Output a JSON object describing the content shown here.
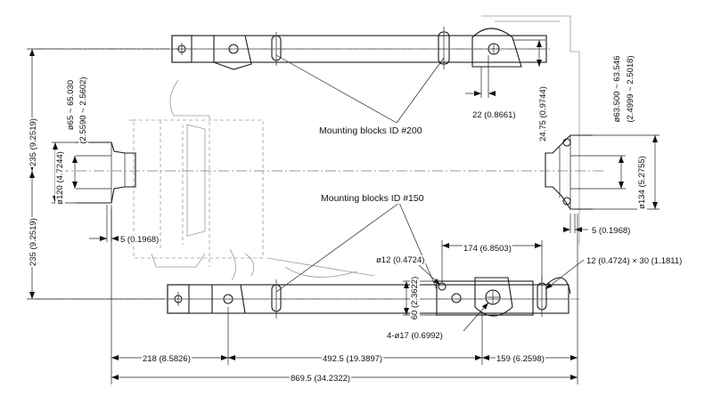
{
  "callouts": {
    "mounting_200": "Mounting blocks ID #200",
    "mounting_150": "Mounting blocks ID #150"
  },
  "dims": {
    "h235_top": "235 (9.2519)",
    "h235_bottom": "235 (9.2519)",
    "phi65": "ø65 ~ 65.030",
    "phi65_in": "(2.5590 ~ 2.5602)",
    "phi120": "ø120 (4.7244)",
    "d5_left": "5 (0.1968)",
    "d22": "22 (0.8661)",
    "d24_75": "24.75 (0.9744)",
    "phi63": "ø63.500 ~ 63.546",
    "phi63_in": "(2.4999 ~ 2.5018)",
    "phi134": "ø134 (5.2755)",
    "d5_right": "5 (0.1968)",
    "d174": "174 (6.8503)",
    "phi12": "ø12 (0.4724)",
    "slot12x30": "12 (0.4724) × 30 (1.1811)",
    "d60": "60 (2.3622)",
    "holes4": "4-ø17 (0.6992)",
    "d218": "218 (8.5826)",
    "d492_5": "492.5 (19.3897)",
    "d159": "159 (6.2598)",
    "d869_5": "869.5 (34.2322)"
  }
}
